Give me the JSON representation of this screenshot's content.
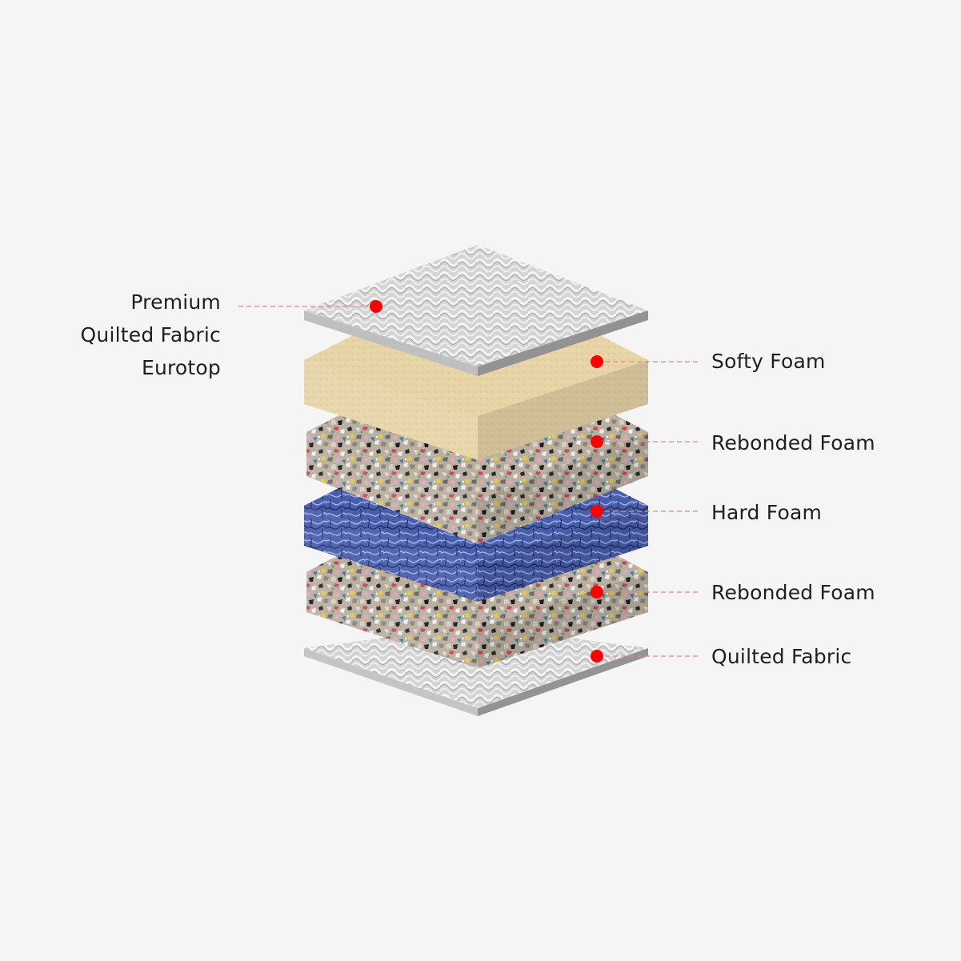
{
  "layers": [
    {
      "id": "premium-quilted-fabric-eurotop",
      "label_lines": [
        "Premium",
        "Quilted Fabric",
        "Eurotop"
      ],
      "side": "left",
      "material": "quilted"
    },
    {
      "id": "softy-foam",
      "label": "Softy Foam",
      "side": "right",
      "material": "softy"
    },
    {
      "id": "rebonded-foam-upper",
      "label": "Rebonded Foam",
      "side": "right",
      "material": "rebonded"
    },
    {
      "id": "hard-foam",
      "label": "Hard Foam",
      "side": "right",
      "material": "hard"
    },
    {
      "id": "rebonded-foam-lower",
      "label": "Rebonded Foam",
      "side": "right",
      "material": "rebonded"
    },
    {
      "id": "quilted-fabric",
      "label": "Quilted Fabric",
      "side": "right",
      "material": "quilted"
    }
  ],
  "colors": {
    "background": "#f5f5f5",
    "marker": "#ff0000",
    "leader_line": "#e08a8a",
    "quilted_top": "#d2d2d2",
    "quilted_side": "#a4a4a4",
    "softy_top": "#e6d3a6",
    "softy_side": "#e8d6ab",
    "rebonded_base": "#b8ae9f",
    "hard_top": "#4a5ea9",
    "hard_side": "#5a6cb6",
    "text": "#1f1f1f"
  }
}
